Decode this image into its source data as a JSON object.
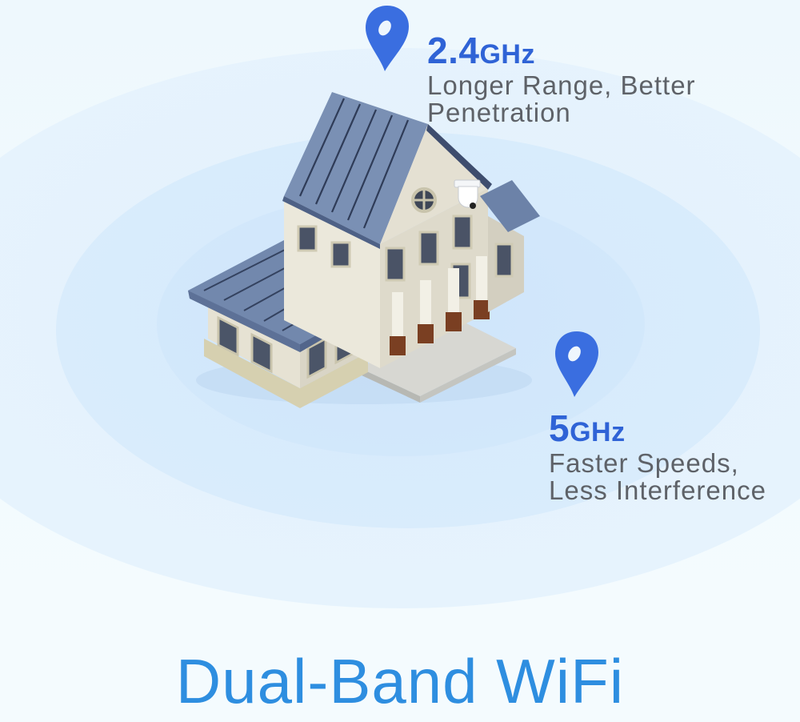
{
  "bands": [
    {
      "id": "2.4",
      "number": "2.4",
      "unit": "GHz",
      "description_line1": "Longer Range, Better",
      "description_line2": "Penetration",
      "color": "#2f63d6"
    },
    {
      "id": "5",
      "number": "5",
      "unit": "GHz",
      "description_line1": "Faster Speeds,",
      "description_line2": "Less Interference",
      "color": "#2f63d6"
    }
  ],
  "headline": {
    "text": "Dual-Band WiFi",
    "color": "#2e8ee0"
  },
  "illustration": {
    "subject": "house-with-security-camera",
    "signal_rings": 3
  },
  "colors": {
    "background": "#f2fbfe",
    "ring_outer": "#e4f2fc",
    "ring_mid": "#d8ebfc",
    "ring_inner": "#d0e6fb",
    "description_text": "#5e6268",
    "roof": "#6f84a8",
    "wall": "#e8e4d6"
  }
}
